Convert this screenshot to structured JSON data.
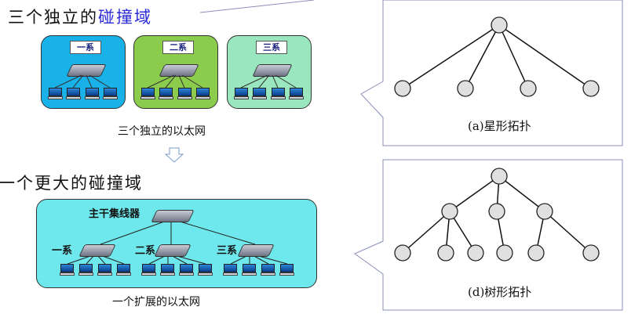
{
  "left": {
    "heading_top_prefix": "三个独立的",
    "heading_top_highlight": "碰撞域",
    "lan_labels": [
      "一系",
      "二系",
      "三系"
    ],
    "caption_top": "三个独立的以太网",
    "heading_bottom": "一个更大的碰撞域",
    "backbone_label": "主干集线器",
    "caption_bottom": "一个扩展的以太网"
  },
  "right": {
    "star_caption": "(a)星形拓扑",
    "tree_caption": "(d)树形拓扑"
  },
  "colors": {
    "lan1": "#19b2e8",
    "lan2": "#8ccc4c",
    "lan3": "#9ae6bf",
    "extended": "#6ee8ec",
    "node_fill": "#e0e0e0",
    "panel_border": "#8a8fb8",
    "highlight_text": "#2a2ad8"
  },
  "icons": [
    "hub-icon",
    "computer-icon",
    "down-arrow-icon"
  ]
}
